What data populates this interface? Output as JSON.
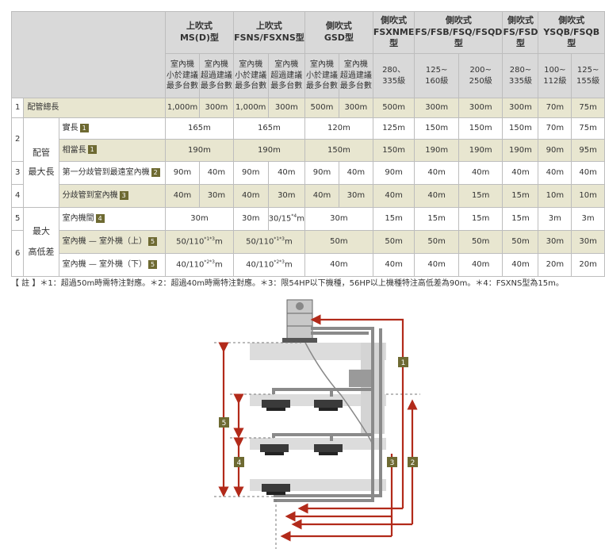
{
  "table": {
    "groups": [
      {
        "title": "上吹式",
        "subtitle": "MS(D)型"
      },
      {
        "title": "上吹式",
        "subtitle": "FSNS/FSXNS型"
      },
      {
        "title": "側吹式",
        "subtitle": "GSD型"
      },
      {
        "title": "側吹式",
        "subtitle": "FSXNME",
        "subtitle2": "型"
      },
      {
        "title": "側吹式",
        "subtitle": "FS/FSB/FSQ/FSQD",
        "subtitle2": "型"
      },
      {
        "title": "側吹式",
        "subtitle": "FS/FSD",
        "subtitle2": "型"
      },
      {
        "title": "側吹式",
        "subtitle": "YSQB/FSQB",
        "subtitle2": "型"
      }
    ],
    "subheaders": [
      [
        "室內機",
        "小於建議",
        "最多台數"
      ],
      [
        "室內機",
        "超過建議",
        "最多台數"
      ],
      [
        "室內機",
        "小於建議",
        "最多台數"
      ],
      [
        "室內機",
        "超過建議",
        "最多台數"
      ],
      [
        "室內機",
        "小於建議",
        "最多台數"
      ],
      [
        "室內機",
        "超過建議",
        "最多台數"
      ],
      [
        "280、",
        "335級"
      ],
      [
        "125~",
        "160級"
      ],
      [
        "200~",
        "250級"
      ],
      [
        "280~",
        "335級"
      ],
      [
        "100~",
        "112級"
      ],
      [
        "125~",
        "155級"
      ]
    ],
    "row_numbers": [
      "1",
      "2",
      "3",
      "4",
      "5",
      "6"
    ],
    "categories": {
      "pipe_max_a": "配管",
      "pipe_max_b": "最大長",
      "height_a": "最大",
      "height_b": "高低差"
    },
    "rows": [
      {
        "label": "配管總長",
        "values": [
          "1,000m",
          "300m",
          "1,000m",
          "300m",
          "500m",
          "300m",
          "500m",
          "300m",
          "300m",
          "300m",
          "70m",
          "75m"
        ]
      },
      {
        "label": "實長",
        "badge": "1",
        "values": [
          "165m",
          "165m",
          "120m",
          "125m",
          "150m",
          "150m",
          "150m",
          "70m",
          "75m"
        ]
      },
      {
        "label": "相當長",
        "badge": "1",
        "values": [
          "190m",
          "190m",
          "150m",
          "150m",
          "190m",
          "190m",
          "190m",
          "90m",
          "95m"
        ]
      },
      {
        "label": "第一分歧管到最遠室內機",
        "badge": "2",
        "values": [
          "90m",
          "40m",
          "90m",
          "40m",
          "90m",
          "40m",
          "90m",
          "40m",
          "40m",
          "40m",
          "40m",
          "40m"
        ]
      },
      {
        "label": "分歧管到室內機",
        "badge": "3",
        "values": [
          "40m",
          "30m",
          "40m",
          "30m",
          "40m",
          "30m",
          "40m",
          "40m",
          "15m",
          "15m",
          "10m",
          "10m"
        ]
      },
      {
        "label": "室內機間",
        "badge": "4",
        "values": [
          "30m",
          "30m",
          "30/15",
          "m",
          "30m",
          "15m",
          "15m",
          "15m",
          "15m",
          "3m",
          "3m"
        ],
        "sup": "*4"
      },
      {
        "label": "室內機 — 室外機（上）",
        "badge": "5",
        "values": [
          "50/110",
          "m",
          "50/110",
          "m",
          "50m",
          "50m",
          "50m",
          "50m",
          "50m",
          "30m",
          "30m"
        ],
        "sup_a": "*1*3",
        "sup_b": "*1*3"
      },
      {
        "label": "室內機 — 室外機（下）",
        "badge": "5",
        "values": [
          "40/110",
          "m",
          "40/110",
          "m",
          "40m",
          "40m",
          "40m",
          "40m",
          "40m",
          "20m",
          "20m"
        ],
        "sup_a": "*2*3",
        "sup_b": "*2*3"
      }
    ]
  },
  "note": "【 註 】＊1：超過50m時需特注對應。＊2：超過40m時需特注對應。＊3：限54HP以下機種，56HP以上機種特注高低差為90m。＊4：FSXNS型為15m。",
  "diagram": {
    "markers": [
      "1",
      "2",
      "3",
      "4",
      "5"
    ]
  },
  "colors": {
    "header": "#d9d9d9",
    "band": "#e8e6d0",
    "badge": "#6e6a32",
    "arrow": "#b22a1a",
    "pipe": "#8a8a8a"
  }
}
